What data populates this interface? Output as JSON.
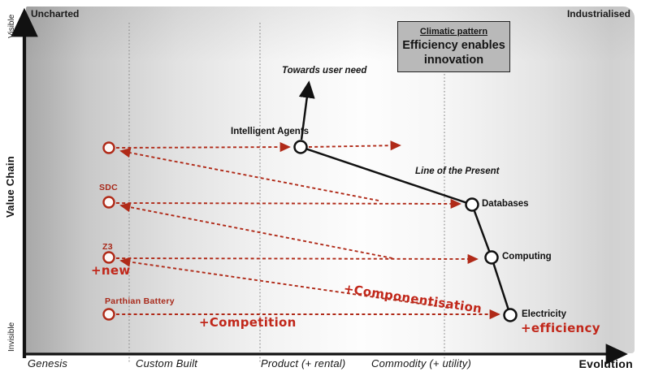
{
  "map": {
    "top_left": "Uncharted",
    "top_right": "Industrialised",
    "value_chain": {
      "title": "Value Chain",
      "top": "Visible",
      "bottom": "Invisible"
    },
    "evolution": {
      "title": "Evolution",
      "stages": [
        "Genesis",
        "Custom Built",
        "Product (+ rental)",
        "Commodity (+ utility)"
      ]
    }
  },
  "climatic_box": {
    "header": "Climatic pattern",
    "body_line1": "Efficiency enables",
    "body_line2": "innovation"
  },
  "nodes": {
    "intelligent_agents": "Intelligent Agents",
    "databases": "Databases",
    "computing": "Computing",
    "electricity": "Electricity"
  },
  "genesis_points": {
    "sdc": "SDC",
    "z3": "Z3",
    "parthian_battery": "Parthian Battery"
  },
  "annotations": {
    "towards_user_need": "Towards user need",
    "line_of_present": "Line of the Present",
    "new": "+new",
    "competition": "+Competition",
    "componentisation": "+Componentisation",
    "efficiency": "+efficiency"
  },
  "colors": {
    "red": "#b02a18",
    "annotation_red": "#c1271a",
    "box_fill": "#b9b9b9",
    "line_black": "#111111"
  }
}
